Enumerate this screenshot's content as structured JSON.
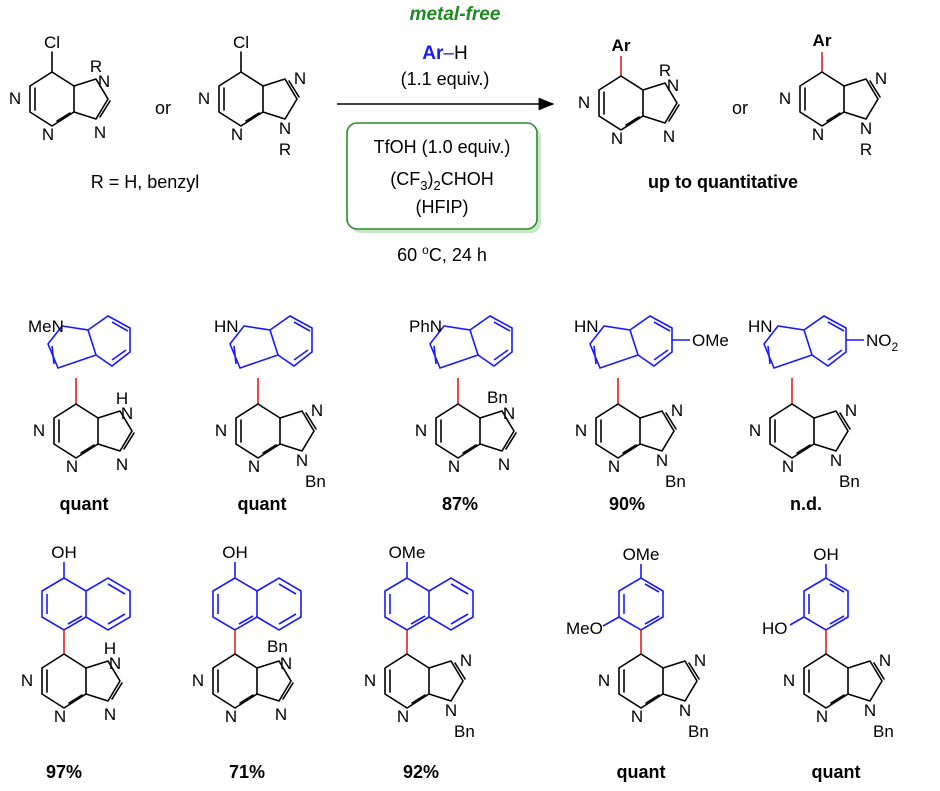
{
  "reaction": {
    "condition_top": "metal-free",
    "reagent_ar": "Ar",
    "reagent_h": "H",
    "reagent_equiv": "(1.1 equiv.)",
    "box_line1": "TfOH (1.0 equiv.)",
    "box_line2_a": "(CF",
    "box_line2_sub": "3",
    "box_line2_b": ")",
    "box_line2_sub2": "2",
    "box_line2_c": "CHOH",
    "box_line3": "(HFIP)",
    "temp_prefix": "60 ",
    "temp_sup": "o",
    "temp_suffix": "C, 24 h",
    "r_definition": "R = H, benzyl",
    "or_word": "or",
    "yield_summary": "up to quantitative"
  },
  "atoms": {
    "cl": "Cl",
    "n": "N",
    "r": "R",
    "ar": "Ar",
    "h": "H",
    "bn": "Bn",
    "hn": "HN",
    "men": "MeN",
    "phn": "PhN",
    "ome": "OMe",
    "oh": "OH",
    "meo": "MeO",
    "ho": "HO",
    "no2_a": "NO",
    "no2_sub": "2"
  },
  "colors": {
    "aryl": "#1a1aff",
    "new_bond": "#e02020",
    "metal_free": "#1f8a1f",
    "box_border": "#2e8b2e",
    "box_shadow": "#c9e6c9"
  },
  "yields": {
    "row1": [
      "quant",
      "quant",
      "87%",
      "90%",
      "n.d."
    ],
    "row2": [
      "97%",
      "71%",
      "92%",
      "quant",
      "quant"
    ]
  }
}
